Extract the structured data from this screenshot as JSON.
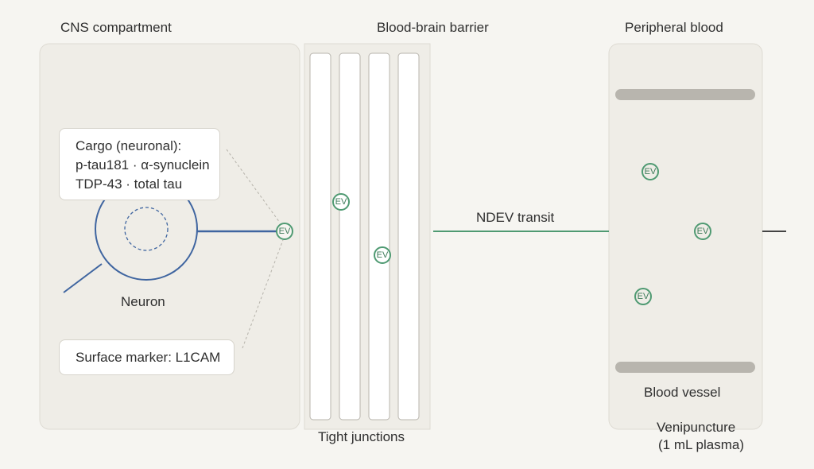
{
  "compartments": {
    "cns": "CNS compartment",
    "bbb": "Blood-brain barrier",
    "peripheral": "Peripheral blood"
  },
  "cargo_card": {
    "lines": [
      "Cargo (neuronal):",
      "p-tau181 · α-synuclein",
      "TDP-43 · total tau"
    ]
  },
  "surface_card": {
    "text": "Surface marker: L1CAM"
  },
  "neuron_label": "Neuron",
  "tight_junctions_label": "Tight junctions",
  "transit_label": "NDEV transit",
  "vessel_label": "Blood vessel",
  "venipuncture": {
    "line1": "Venipuncture",
    "line2": "(1 mL plasma)"
  },
  "ev_label": "EV",
  "colors": {
    "neuron": "#3f65a0",
    "ev": "#4f9a72",
    "panel": "#efede7",
    "panel_border": "#dedbd3",
    "vessel_wall": "#b8b5ae"
  }
}
